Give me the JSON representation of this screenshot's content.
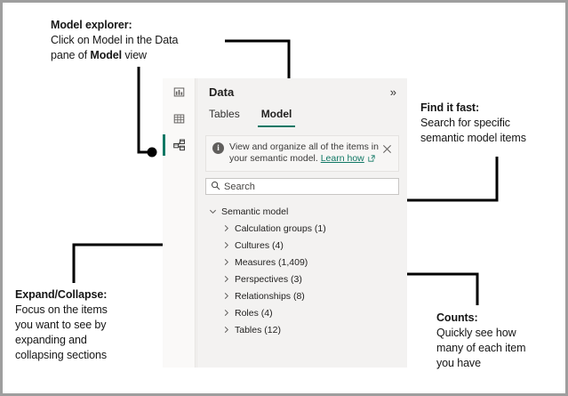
{
  "annotations": [
    {
      "id": "model-explorer",
      "title": "Model explorer:",
      "line1": "Click on Model in the Data",
      "line2_pre": "pane of ",
      "line2_bold": "Model",
      "line2_post": " view"
    },
    {
      "id": "find-it-fast",
      "title": "Find it fast:",
      "line1": "Search for specific",
      "line2": "semantic model items"
    },
    {
      "id": "expand-collapse",
      "title": "Expand/Collapse:",
      "line1": "Focus on the items",
      "line2": "you want to see by",
      "line3": "expanding and",
      "line4": "collapsing sections"
    },
    {
      "id": "counts",
      "title": "Counts:",
      "line1": "Quickly see how",
      "line2": "many of each item",
      "line3": "you have"
    }
  ],
  "panel": {
    "title": "Data",
    "collapse_label": "»",
    "rail": [
      {
        "name": "report-view-icon",
        "label": "Report view"
      },
      {
        "name": "table-view-icon",
        "label": "Table view"
      },
      {
        "name": "model-view-icon",
        "label": "Model view",
        "active": true
      }
    ],
    "tabs": [
      {
        "label": "Tables",
        "selected": false
      },
      {
        "label": "Model",
        "selected": true
      }
    ],
    "banner": {
      "text": "View and organize all of the items in your semantic model.",
      "link": "Learn how",
      "close_label": "✕"
    },
    "search": {
      "value": "",
      "placeholder": "Search"
    },
    "tree": {
      "root": {
        "label": "Semantic model",
        "expanded": true
      },
      "items": [
        {
          "label": "Calculation groups (1)"
        },
        {
          "label": "Cultures (4)"
        },
        {
          "label": "Measures (1,409)"
        },
        {
          "label": "Perspectives (3)"
        },
        {
          "label": "Relationships (8)"
        },
        {
          "label": "Roles (4)"
        },
        {
          "label": "Tables (12)"
        }
      ]
    }
  },
  "colors": {
    "accent": "#117865",
    "panel_bg": "#f3f2f1",
    "rail_bg": "#faf9f8",
    "text": "#201f1e",
    "leader": "#000000",
    "frame": "#9e9e9e"
  }
}
